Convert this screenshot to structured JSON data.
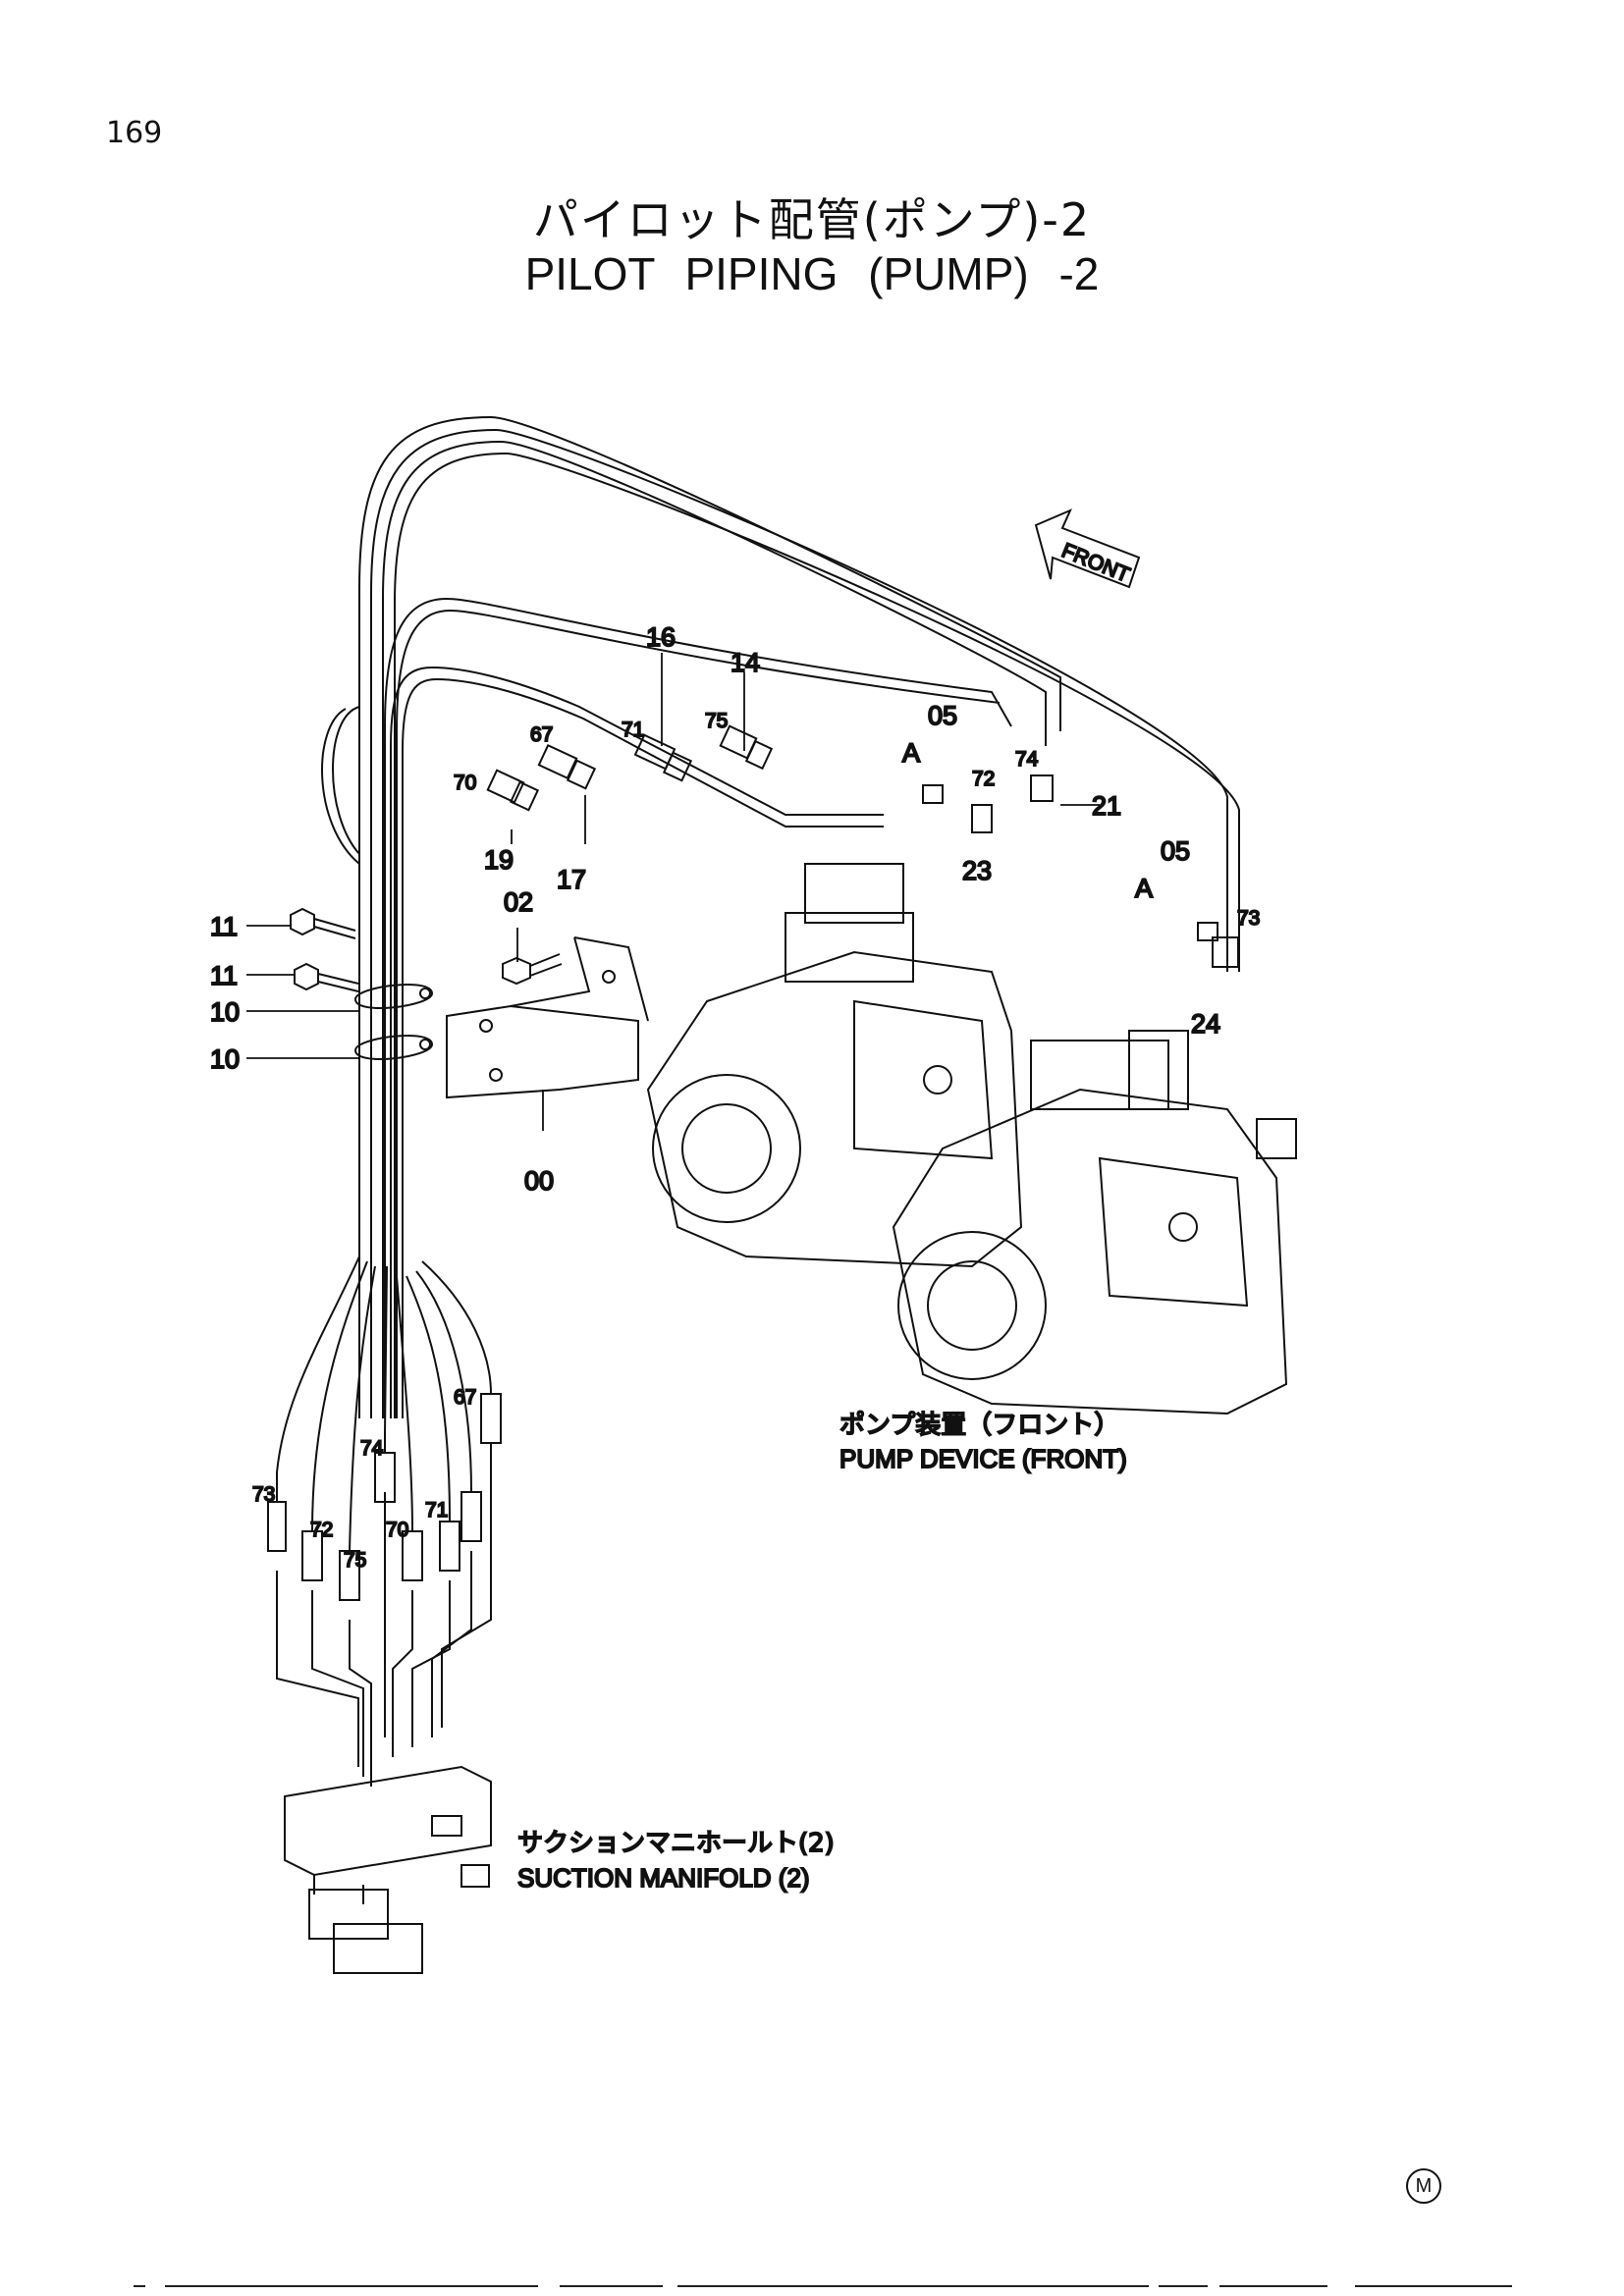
{
  "page_number": "169",
  "title_jp": "パイロット配管(ポンプ)-2",
  "title_en": "PILOT  PIPING (PUMP) -2",
  "front_arrow_label": "FRONT",
  "callouts": {
    "c16": "16",
    "c14": "14",
    "c67a": "67",
    "c71a": "71",
    "c75a": "75",
    "c70a": "70",
    "c19": "19",
    "c17": "17",
    "c02": "02",
    "c05a": "05",
    "cAa": "A",
    "c72a": "72",
    "c74a": "74",
    "c21": "21",
    "c23": "23",
    "c05b": "05",
    "cAb": "A",
    "c73a": "73",
    "c24": "24",
    "c11a": "11",
    "c11b": "11",
    "c10a": "10",
    "c10b": "10",
    "c00": "00",
    "c67b": "67",
    "c74b": "74",
    "c73b": "73",
    "c72b": "72",
    "c75b": "75",
    "c70b": "70",
    "c71b": "71"
  },
  "labels": {
    "pump_device_jp": "ポンプ装置（フロント）",
    "pump_device_en": "PUMP  DEVICE  (FRONT)",
    "suction_manifold_jp": "サクションマニホールト(2)",
    "suction_manifold_en": "SUCTION  MANIFOLD  (2)"
  },
  "corner_mark": "M"
}
